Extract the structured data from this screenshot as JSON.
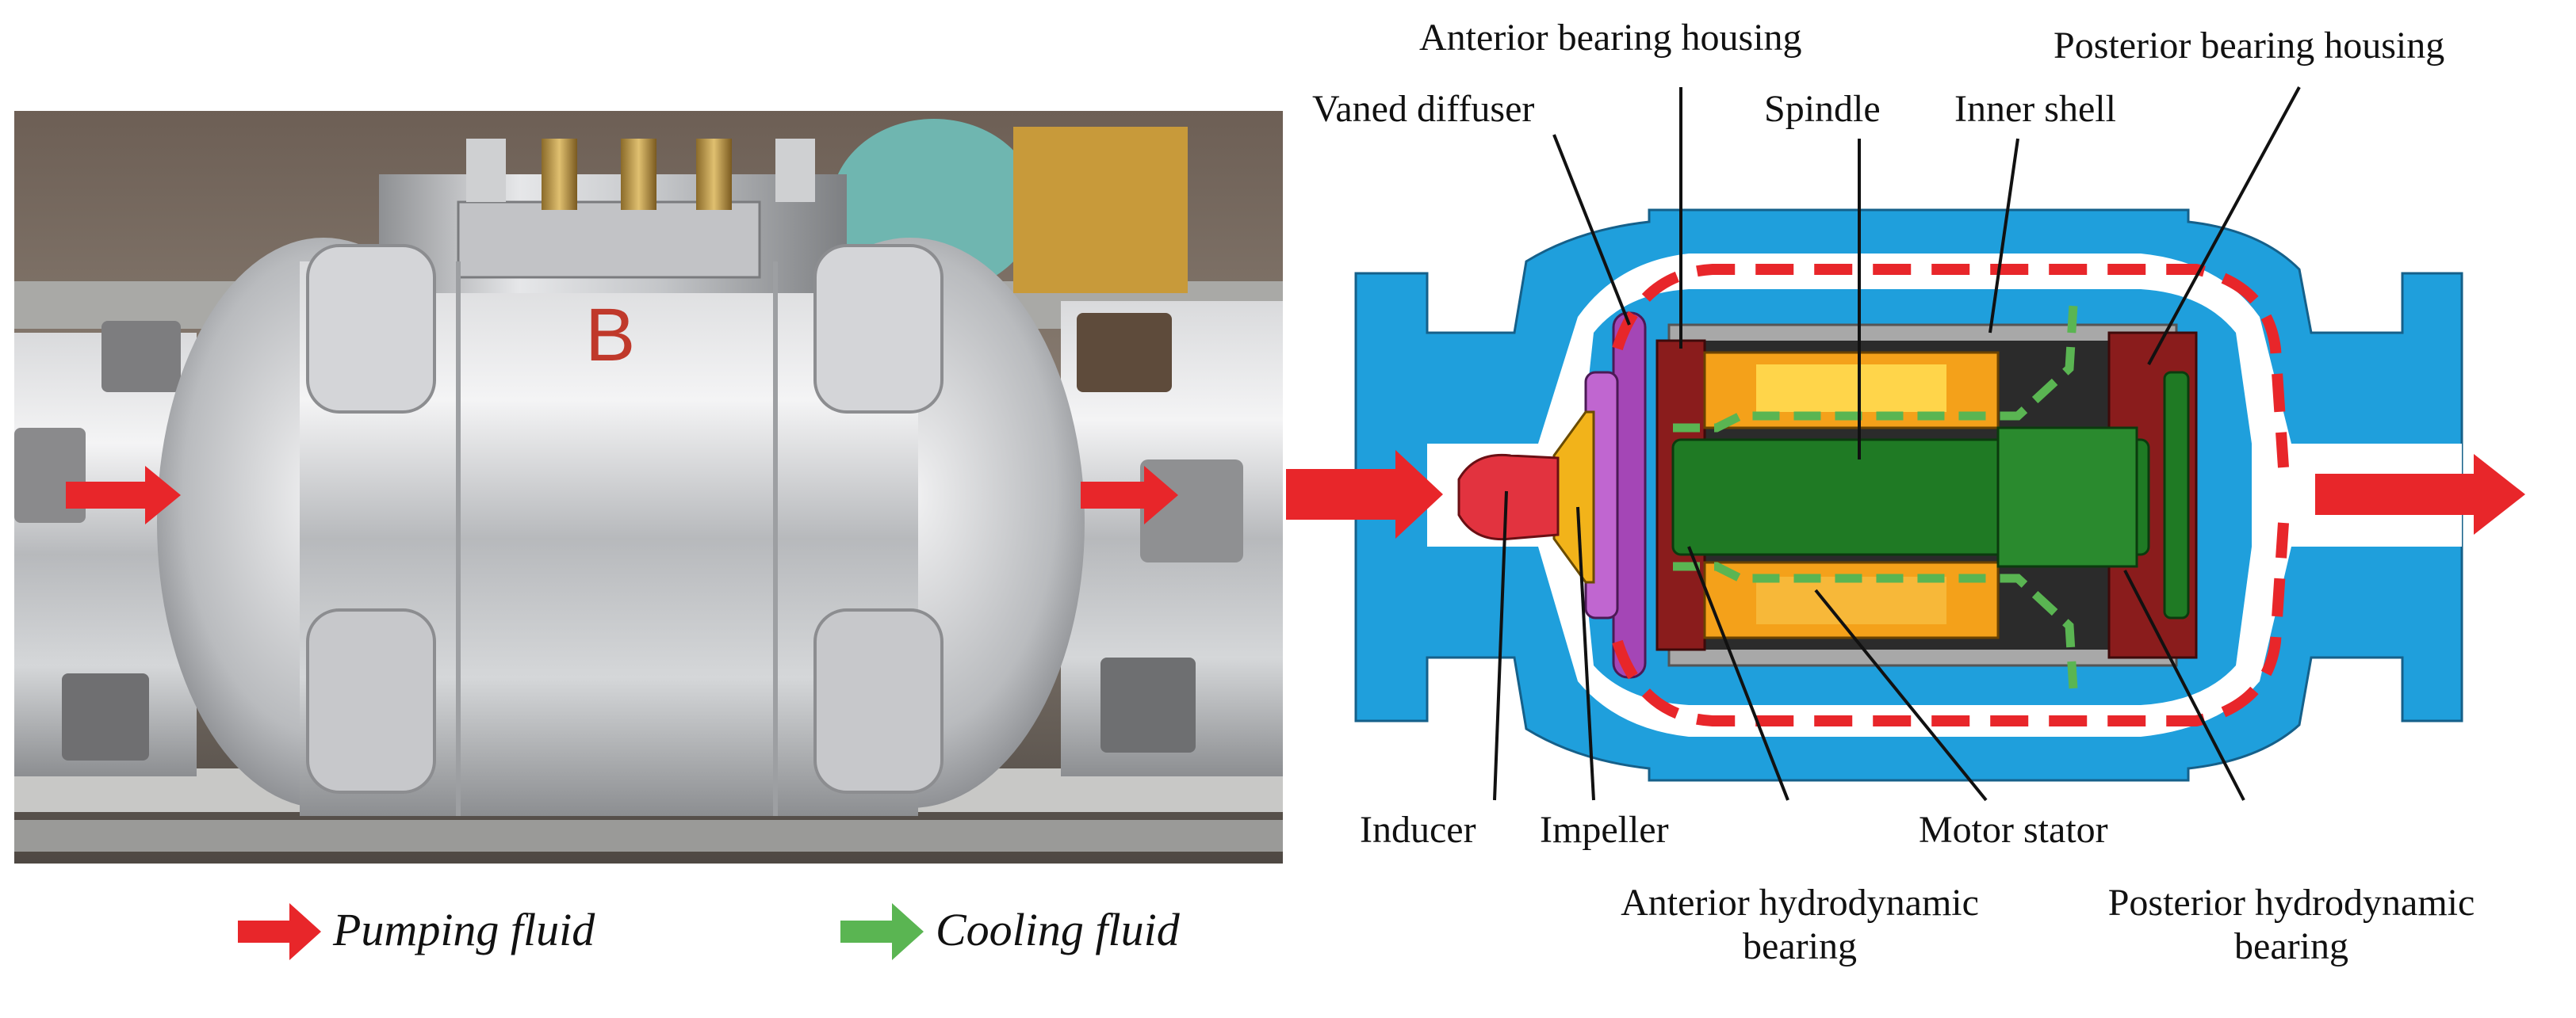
{
  "labels": {
    "anterior_bearing_housing": "Anterior bearing housing",
    "posterior_bearing_housing": "Posterior bearing housing",
    "vaned_diffuser": "Vaned diffuser",
    "spindle": "Spindle",
    "inner_shell": "Inner shell",
    "inducer": "Inducer",
    "impeller": "Impeller",
    "motor_stator": "Motor stator",
    "anterior_hydrodynamic_bearing": "Anterior hydrodynamic\nbearing",
    "posterior_hydrodynamic_bearing": "Posterior hydrodynamic\nbearing"
  },
  "photo": {
    "housing_marking": "B"
  },
  "legend": {
    "pumping_fluid": "Pumping fluid",
    "cooling_fluid": "Cooling fluid"
  },
  "colors": {
    "pumping_fluid": "#e8262a",
    "cooling_fluid": "#5ab552",
    "outer_casing": "#1f9fdc",
    "impeller": "#a446b6",
    "inducer": "#e2333f",
    "spindle": "#1f7a24",
    "stator": "#f4a11a",
    "bearing_housing": "#8a1c1c",
    "inner_shell": "#a8a8a8"
  }
}
